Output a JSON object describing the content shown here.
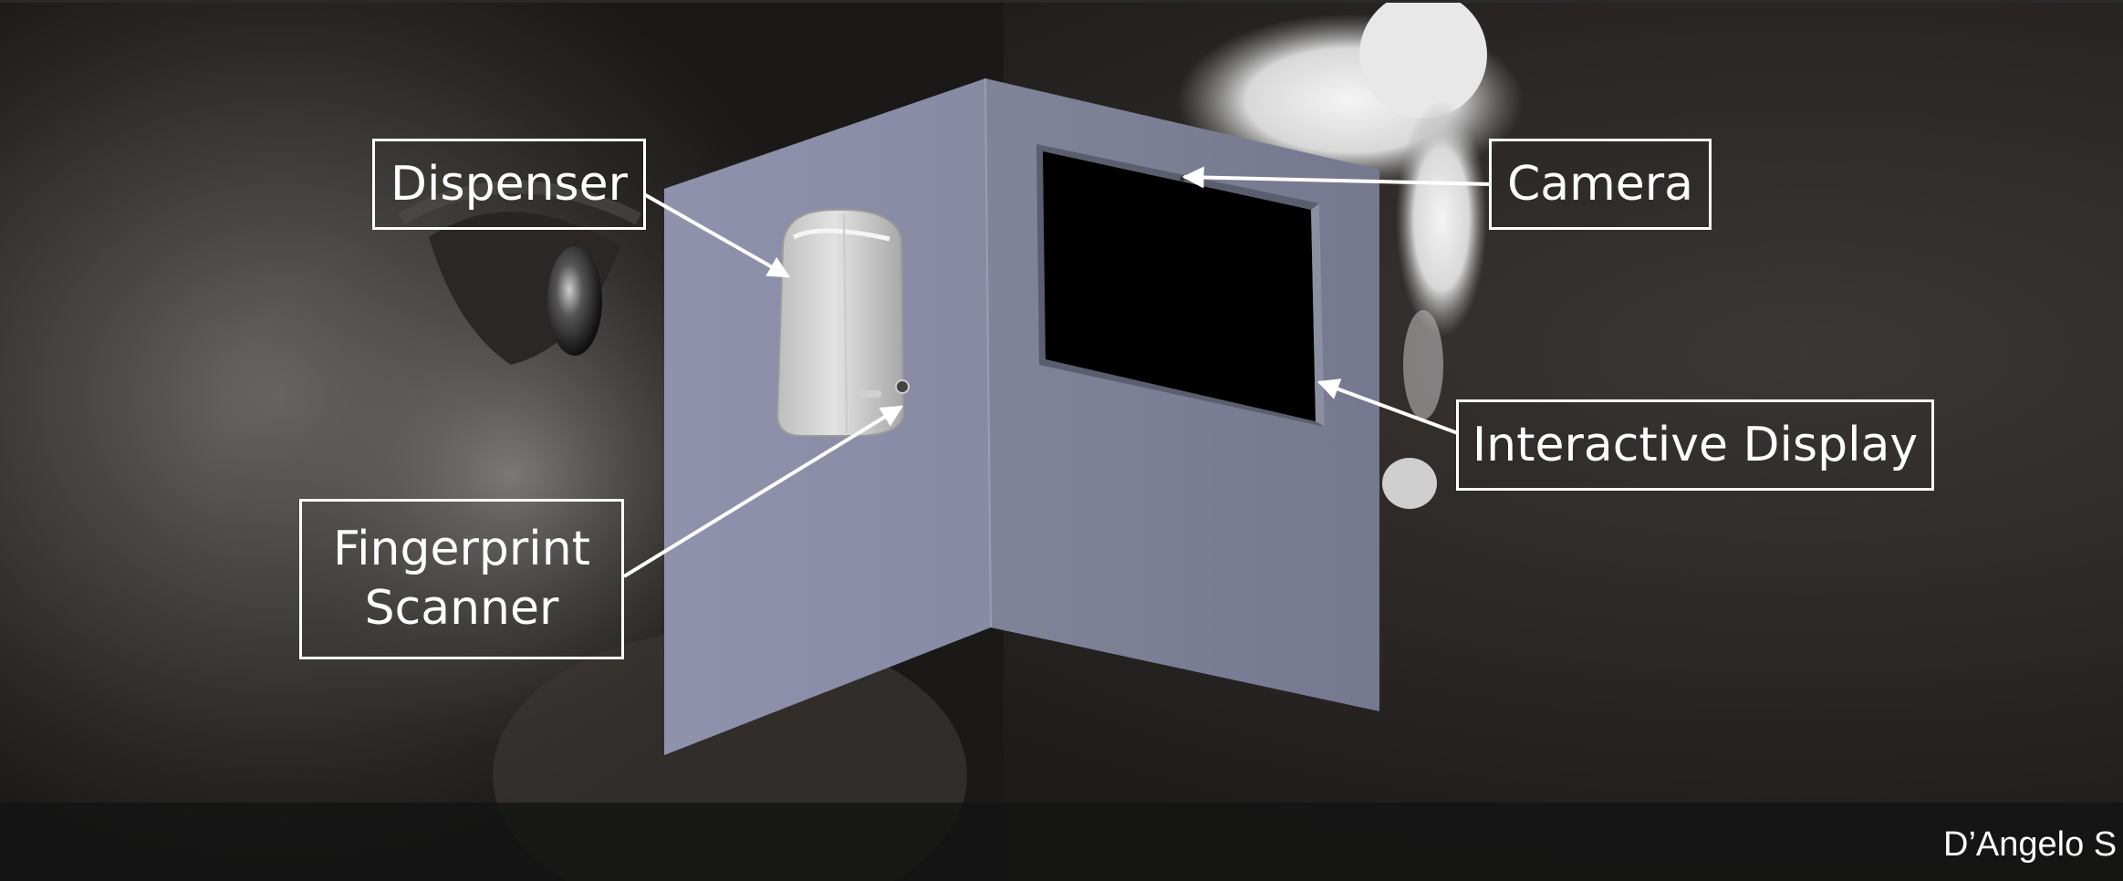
{
  "slide": {
    "callouts": {
      "dispenser": "Dispenser",
      "camera": "Camera",
      "interactive_display": "Interactive Display",
      "fingerprint_line1": "Fingerprint",
      "fingerprint_line2": "Scanner"
    },
    "footer": {
      "credit": "D’Angelo  S"
    }
  },
  "colors": {
    "panel_left": "#8d8fa9",
    "panel_right": "#7d7f95",
    "screen": "#000000",
    "callout_border": "#ffffff",
    "callout_text": "#ffffff"
  },
  "icons": {
    "dispenser": "soap-dispenser-icon",
    "scanner": "fingerprint-button-icon"
  }
}
